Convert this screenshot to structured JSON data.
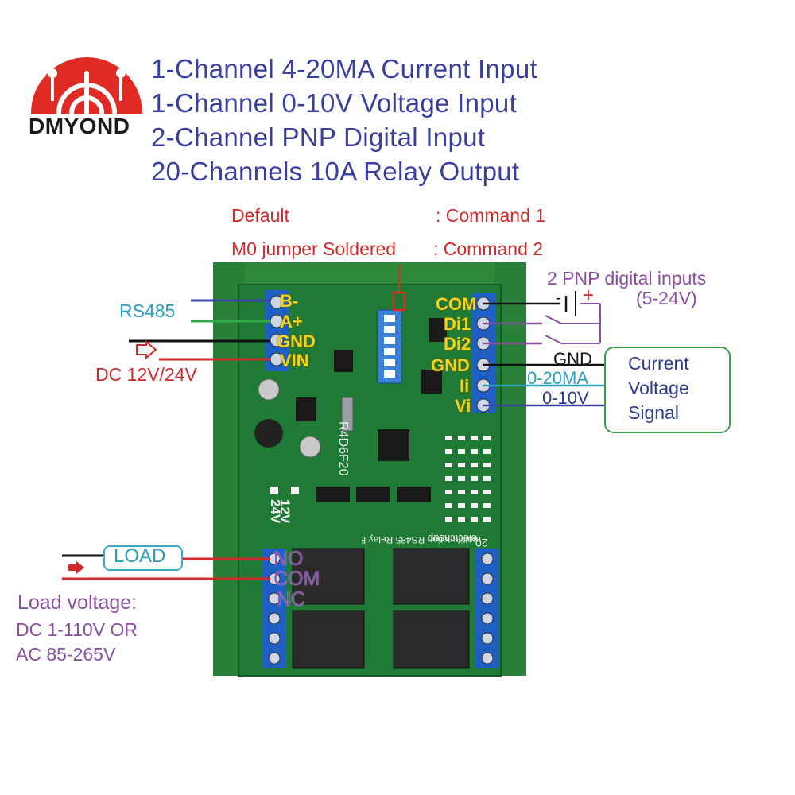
{
  "brand": {
    "name": "DMYOND",
    "logo_color": "#e02a24"
  },
  "header": {
    "lines": [
      "1-Channel 4-20MA Current Input",
      "1-Channel 0-10V Voltage Input",
      "2-Channel PNP Digital Input",
      "20-Channels 10A Relay Output"
    ]
  },
  "jumper_note": {
    "default_label": "Default",
    "default_value": ": Command 1",
    "m0_label": "M0 jumper Soldered",
    "m0_value": ": Command 2"
  },
  "left_side": {
    "rs485": "RS485",
    "dc_supply": "DC 12V/24V",
    "pins": [
      "B-",
      "A+",
      "GND",
      "VIN"
    ]
  },
  "right_side": {
    "pnp_title": "2 PNP digital inputs",
    "pnp_range": "(5-24V)",
    "battery_minus": "-",
    "battery_plus": "+",
    "pins": [
      "COM",
      "Di1",
      "Di2",
      "GND",
      "Ii",
      "Vi"
    ],
    "gnd_wire": "GND",
    "current_wire": "0-20MA",
    "voltage_wire": "0-10V",
    "signal_box": [
      "Current",
      "Voltage",
      "Signal"
    ]
  },
  "board": {
    "model": "R4D6F20",
    "maker": "electchsup",
    "subtitle": "multifunction RS485 Relay Board",
    "voltage_12": "12V",
    "voltage_24": "24V",
    "channel_num": "20",
    "colors": {
      "pcb": "#1f7a35",
      "rail": "#2e8a3a",
      "terminal": "#1d5fc4"
    }
  },
  "relay_side": {
    "load": "LOAD",
    "pins": [
      "NO",
      "COM",
      "NC"
    ],
    "load_voltage_title": "Load voltage:",
    "load_voltage_dc": "DC 1-110V OR",
    "load_voltage_ac": "AC 85-265V"
  }
}
